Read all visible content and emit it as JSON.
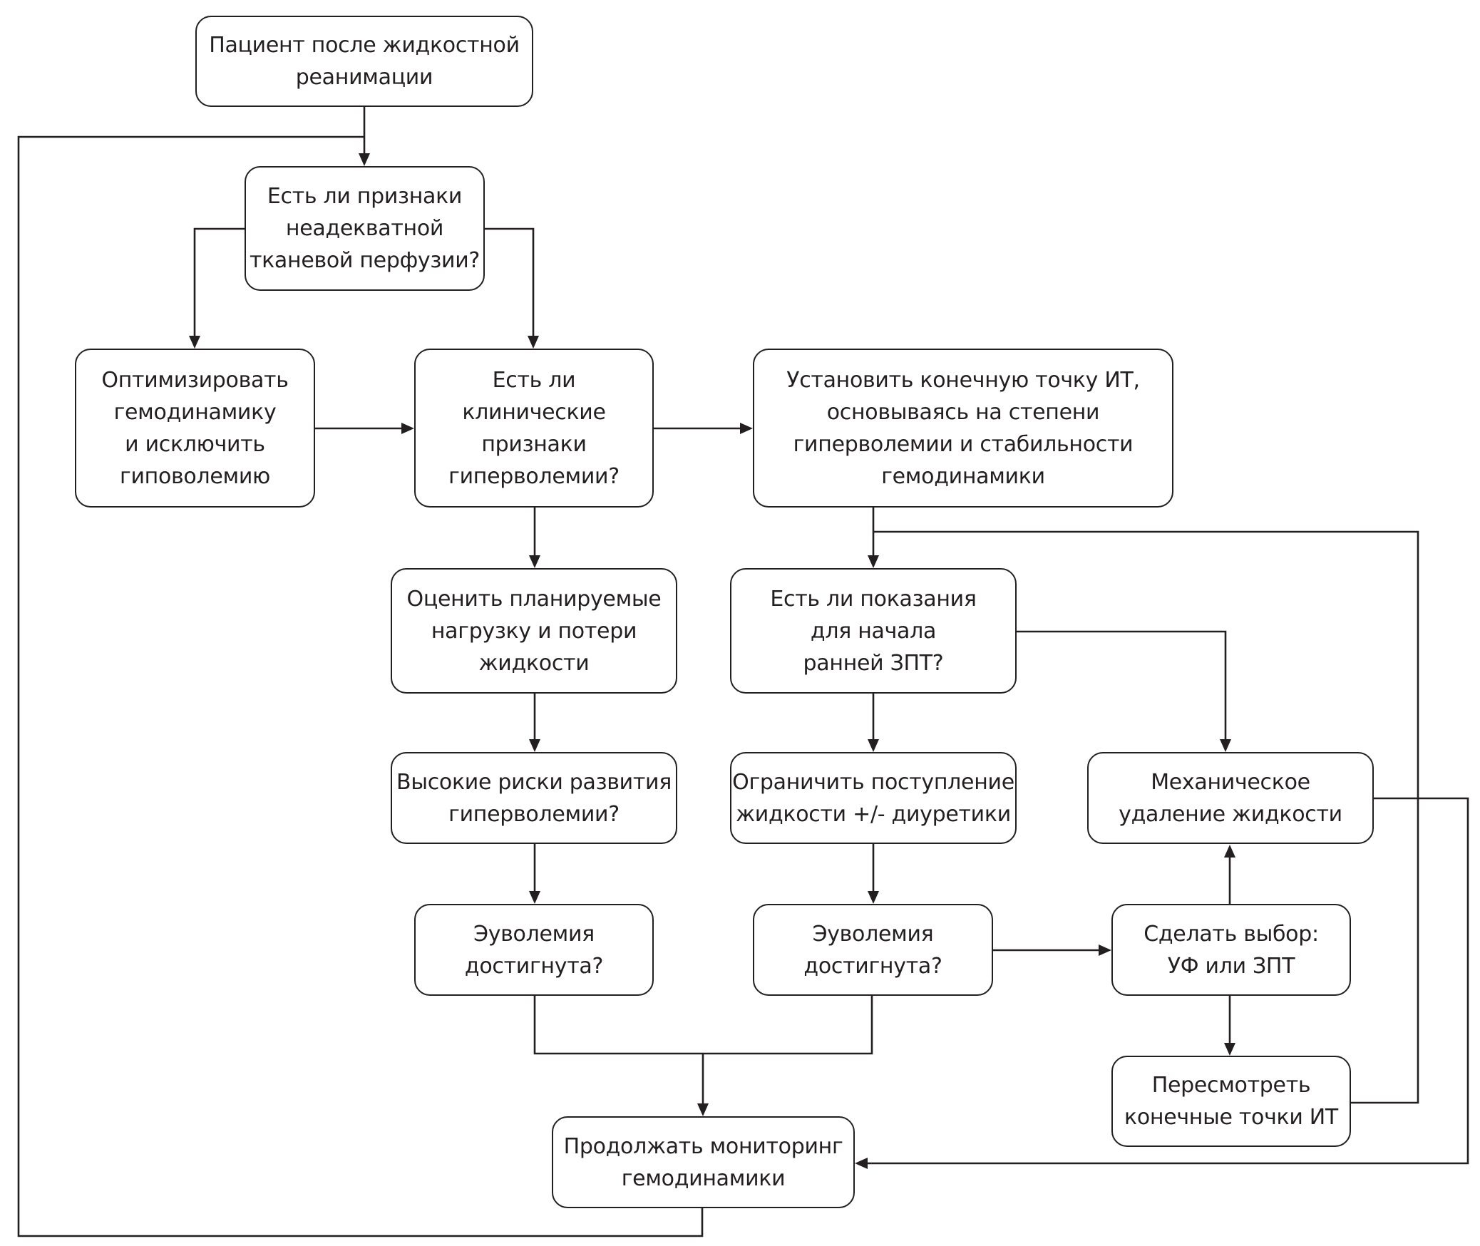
{
  "nodes": {
    "start": "Пациент после жидкостной\nреанимации",
    "perfusion": "Есть ли признаки\nнеадекватной\nтканевой перфузии?",
    "optimize": "Оптимизировать\nгемодинамику\nи исключить\nгиповолемию",
    "hypervolemia_signs": "Есть ли\nклинические\nпризнаки\nгиперволемии?",
    "endpoint": "Установить конечную точку ИТ,\nосновываясь на степени\nгиперволемии и стабильности\nгемодинамики",
    "assess_load": "Оценить планируемые\nнагрузку и потери\nжидкости",
    "early_rrt": "Есть ли показания\nдля начала\nранней ЗПТ?",
    "high_risk": "Высокие риски развития\nгиперволемии?",
    "restrict": "Ограничить поступление\nжидкости +/- диуретики",
    "mechanical": "Механическое\nудаление жидкости",
    "euvolemia_left": "Эуволемия\nдостигнута?",
    "euvolemia_mid": "Эуволемия\nдостигнута?",
    "choice": "Сделать выбор:\nУФ или ЗПТ",
    "review": "Пересмотреть\nконечные точки ИТ",
    "monitor": "Продолжать мониторинг\nгемодинамики"
  }
}
